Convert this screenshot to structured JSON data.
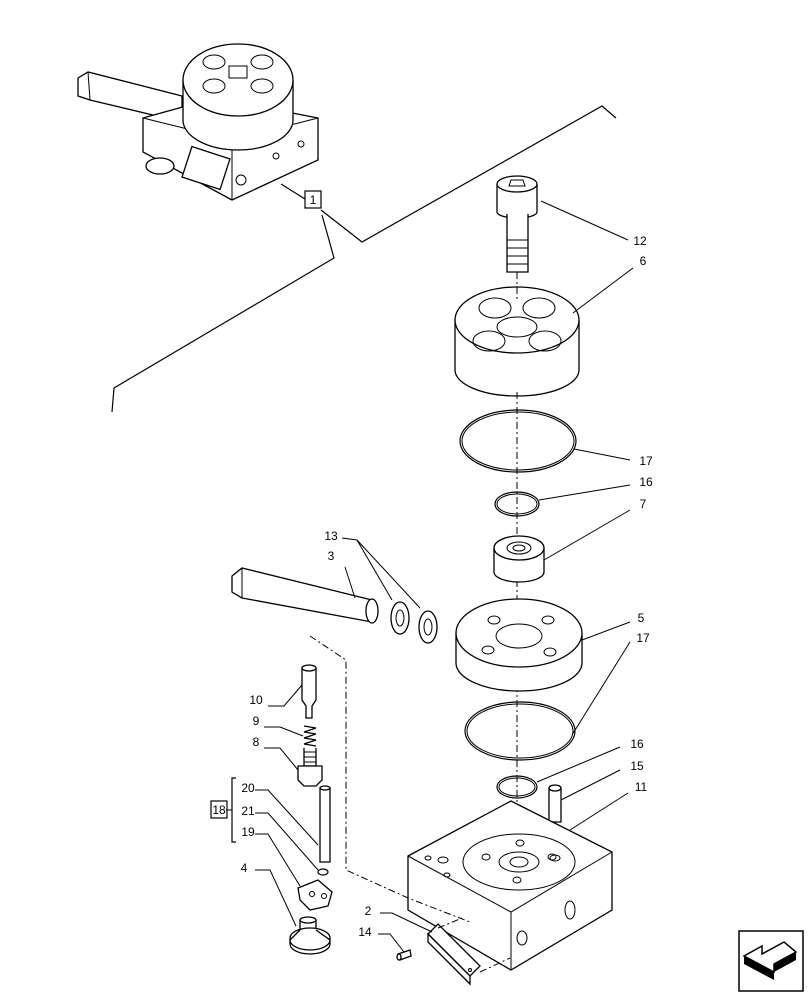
{
  "callouts": {
    "c1": "1",
    "c2": "2",
    "c3": "3",
    "c4": "4",
    "c5": "5",
    "c6": "6",
    "c7": "7",
    "c8": "8",
    "c9": "9",
    "c10": "10",
    "c11": "11",
    "c12": "12",
    "c13": "13",
    "c14": "14",
    "c15": "15",
    "c16a": "16",
    "c16b": "16",
    "c17a": "17",
    "c17b": "17",
    "c18": "18",
    "c19": "19",
    "c20": "20",
    "c21": "21"
  },
  "icons": {
    "nav": "return-arrow-icon"
  }
}
